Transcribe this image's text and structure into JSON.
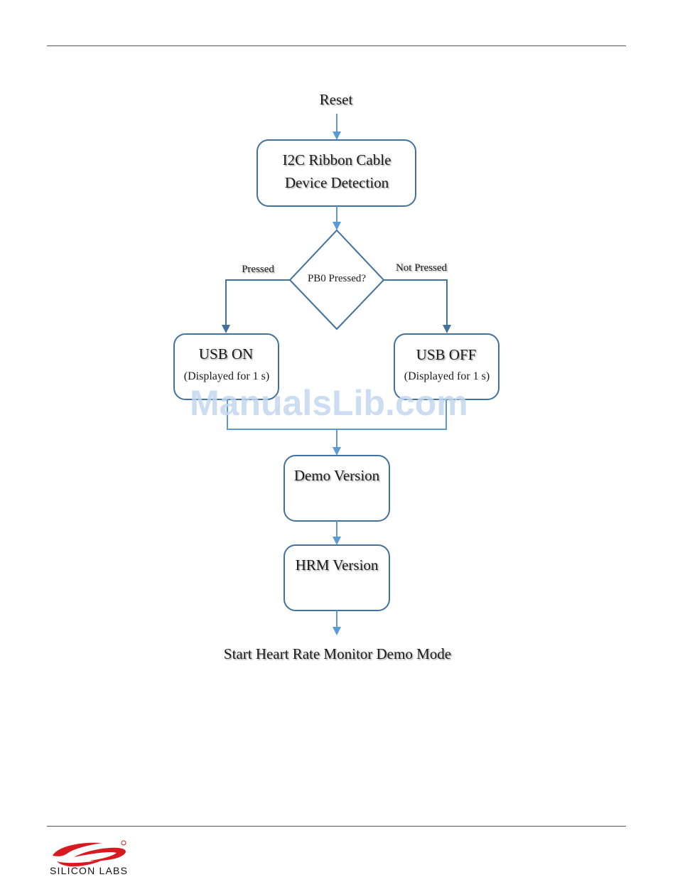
{
  "diagram": {
    "start_label": "Reset",
    "box_detect": {
      "line1": "I2C Ribbon Cable",
      "line2": "Device Detection"
    },
    "decision": "PB0 Pressed?",
    "branch_left_label": "Pressed",
    "branch_right_label": "Not Pressed",
    "box_usb_on": {
      "title": "USB ON",
      "sub": "(Displayed for 1 s)"
    },
    "box_usb_off": {
      "title": "USB OFF",
      "sub": "(Displayed for 1 s)"
    },
    "box_demo_version": "Demo Version",
    "box_hrm_version": "HRM Version",
    "end_label": "Start Heart Rate Monitor Demo Mode"
  },
  "watermark": "ManualsLib.com",
  "footer": {
    "logo_text": "SILICON LABS",
    "logo_icon": "silicon-labs-logo",
    "logo_color": "#d71920"
  },
  "colors": {
    "arrow": "#5b9bd5",
    "box_border": "#41719c",
    "rule": "#555555"
  }
}
